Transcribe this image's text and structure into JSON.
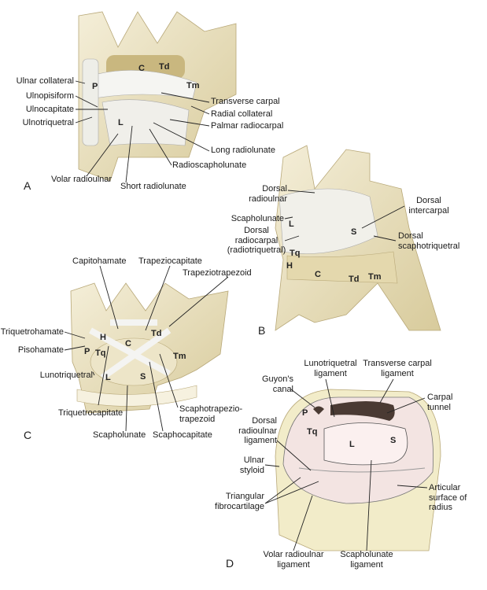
{
  "panel_a": {
    "letter": "A",
    "bones": [
      "C",
      "Td",
      "Tm",
      "P",
      "L"
    ],
    "labels": [
      "Ulnar collateral",
      "Ulnopisiform",
      "Ulnocapitate",
      "Ulnotriquetral",
      "Transverse carpal",
      "Radial collateral",
      "Palmar radiocarpal",
      "Long radiolunate",
      "Radioscapholunate",
      "Volar radioulnar",
      "Short radiolunate"
    ]
  },
  "panel_b": {
    "letter": "B",
    "bones": [
      "L",
      "S",
      "Tq",
      "H",
      "C",
      "Td",
      "Tm"
    ],
    "labels": [
      "Dorsal\nradioulnar",
      "Scapholunate",
      "Dorsal\nradiocarpal\n(radiotriquetral)",
      "Dorsal\nintercarpal",
      "Dorsal\nscaphotriquetral"
    ]
  },
  "panel_c": {
    "letter": "C",
    "bones": [
      "H",
      "C",
      "Td",
      "Tm",
      "P",
      "Tq",
      "L",
      "S"
    ],
    "labels": [
      "Capitohamate",
      "Trapeziocapitate",
      "Trapeziotrapezoid",
      "Triquetrohamate",
      "Pisohamate",
      "Lunotriquetral",
      "Triquetrocapitate",
      "Scapholunate",
      "Scaphocapitate",
      "Scaphotrapezio-\ntrapezoid"
    ]
  },
  "panel_d": {
    "letter": "D",
    "bones": [
      "P",
      "Tq",
      "L",
      "S"
    ],
    "labels": [
      "Lunotriquetral\nligament",
      "Transverse carpal\nligament",
      "Guyon's\ncanal",
      "Carpal\ntunnel",
      "Dorsal\nradioulnar\nligament",
      "Ulnar\nstyloid",
      "Triangular\nfibrocartilage",
      "Articular\nsurface of\nradius",
      "Volar radioulnar\nligament",
      "Scapholunate\nligament"
    ]
  },
  "colors": {
    "bone": "#ece3c4",
    "bone_shade": "#cdbf8e",
    "ligament": "#f4f4f2",
    "cartilage": "#f3e4e2",
    "tunnel": "#4a3a33",
    "line": "#222222"
  }
}
